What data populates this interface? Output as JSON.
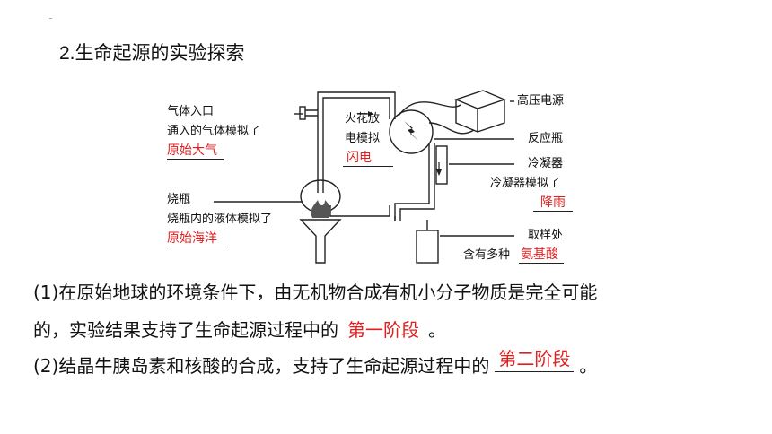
{
  "heading": {
    "number": "2.",
    "title": "生命起源的实验探索"
  },
  "diagram": {
    "gas_inlet": "气体入口",
    "gas_sim": "通入的气体模拟了",
    "gas_answer": "原始大气",
    "spark": [
      "火花放",
      "电模拟"
    ],
    "spark_answer": "闪电",
    "flask": "烧瓶",
    "liquid_sim": "烧瓶内的液体模拟了",
    "liquid_answer": "原始海洋",
    "hv_source": "高压电源",
    "reaction_flask": "反应瓶",
    "condenser": "冷凝器",
    "condenser_sim": "冷凝器模拟了",
    "condenser_answer": "降雨",
    "sampling": "取样处",
    "contains": "含有多种",
    "contains_answer": "氨基酸"
  },
  "questions": {
    "q1_line1": "(1)在原始地球的环境条件下，由无机物合成有机小分子物质是完全可能",
    "q1_line2_pre": "的，实验结果支持了生命起源过程中的",
    "q1_answer": "第一阶段",
    "q1_end": "。",
    "q2_pre": "(2)结晶牛胰岛素和核酸的合成，支持了生命起源过程中的",
    "q2_answer": "第二阶段",
    "q2_end": "。"
  }
}
